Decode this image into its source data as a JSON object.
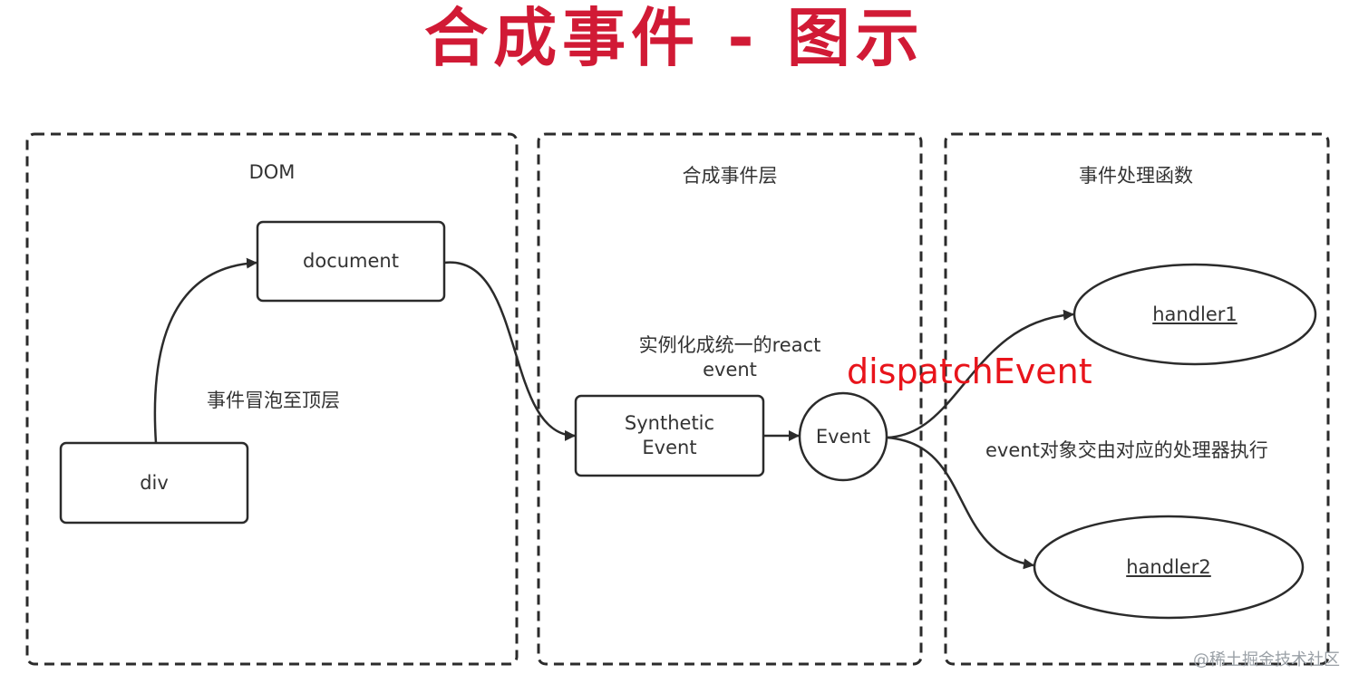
{
  "title": "合成事件 - 图示",
  "panels": {
    "dom": "DOM",
    "synthetic_layer": "合成事件层",
    "handlers": "事件处理函数"
  },
  "nodes": {
    "document": "document",
    "div": "div",
    "synthetic_line1": "Synthetic",
    "synthetic_line2": "Event",
    "event": "Event",
    "handler1": "handler1",
    "handler2": "handler2"
  },
  "annotations": {
    "bubble": "事件冒泡至顶层",
    "instantiate_line1": "实例化成统一的react",
    "instantiate_line2": "event",
    "dispatch": "dispatchEvent",
    "delegate": "event对象交由对应的处理器执行"
  },
  "watermark": "@稀土掘金技术社区",
  "colors": {
    "title": "#d11a35",
    "dispatch": "#e8141b",
    "stroke": "#2b2b2b",
    "text": "#333333"
  }
}
